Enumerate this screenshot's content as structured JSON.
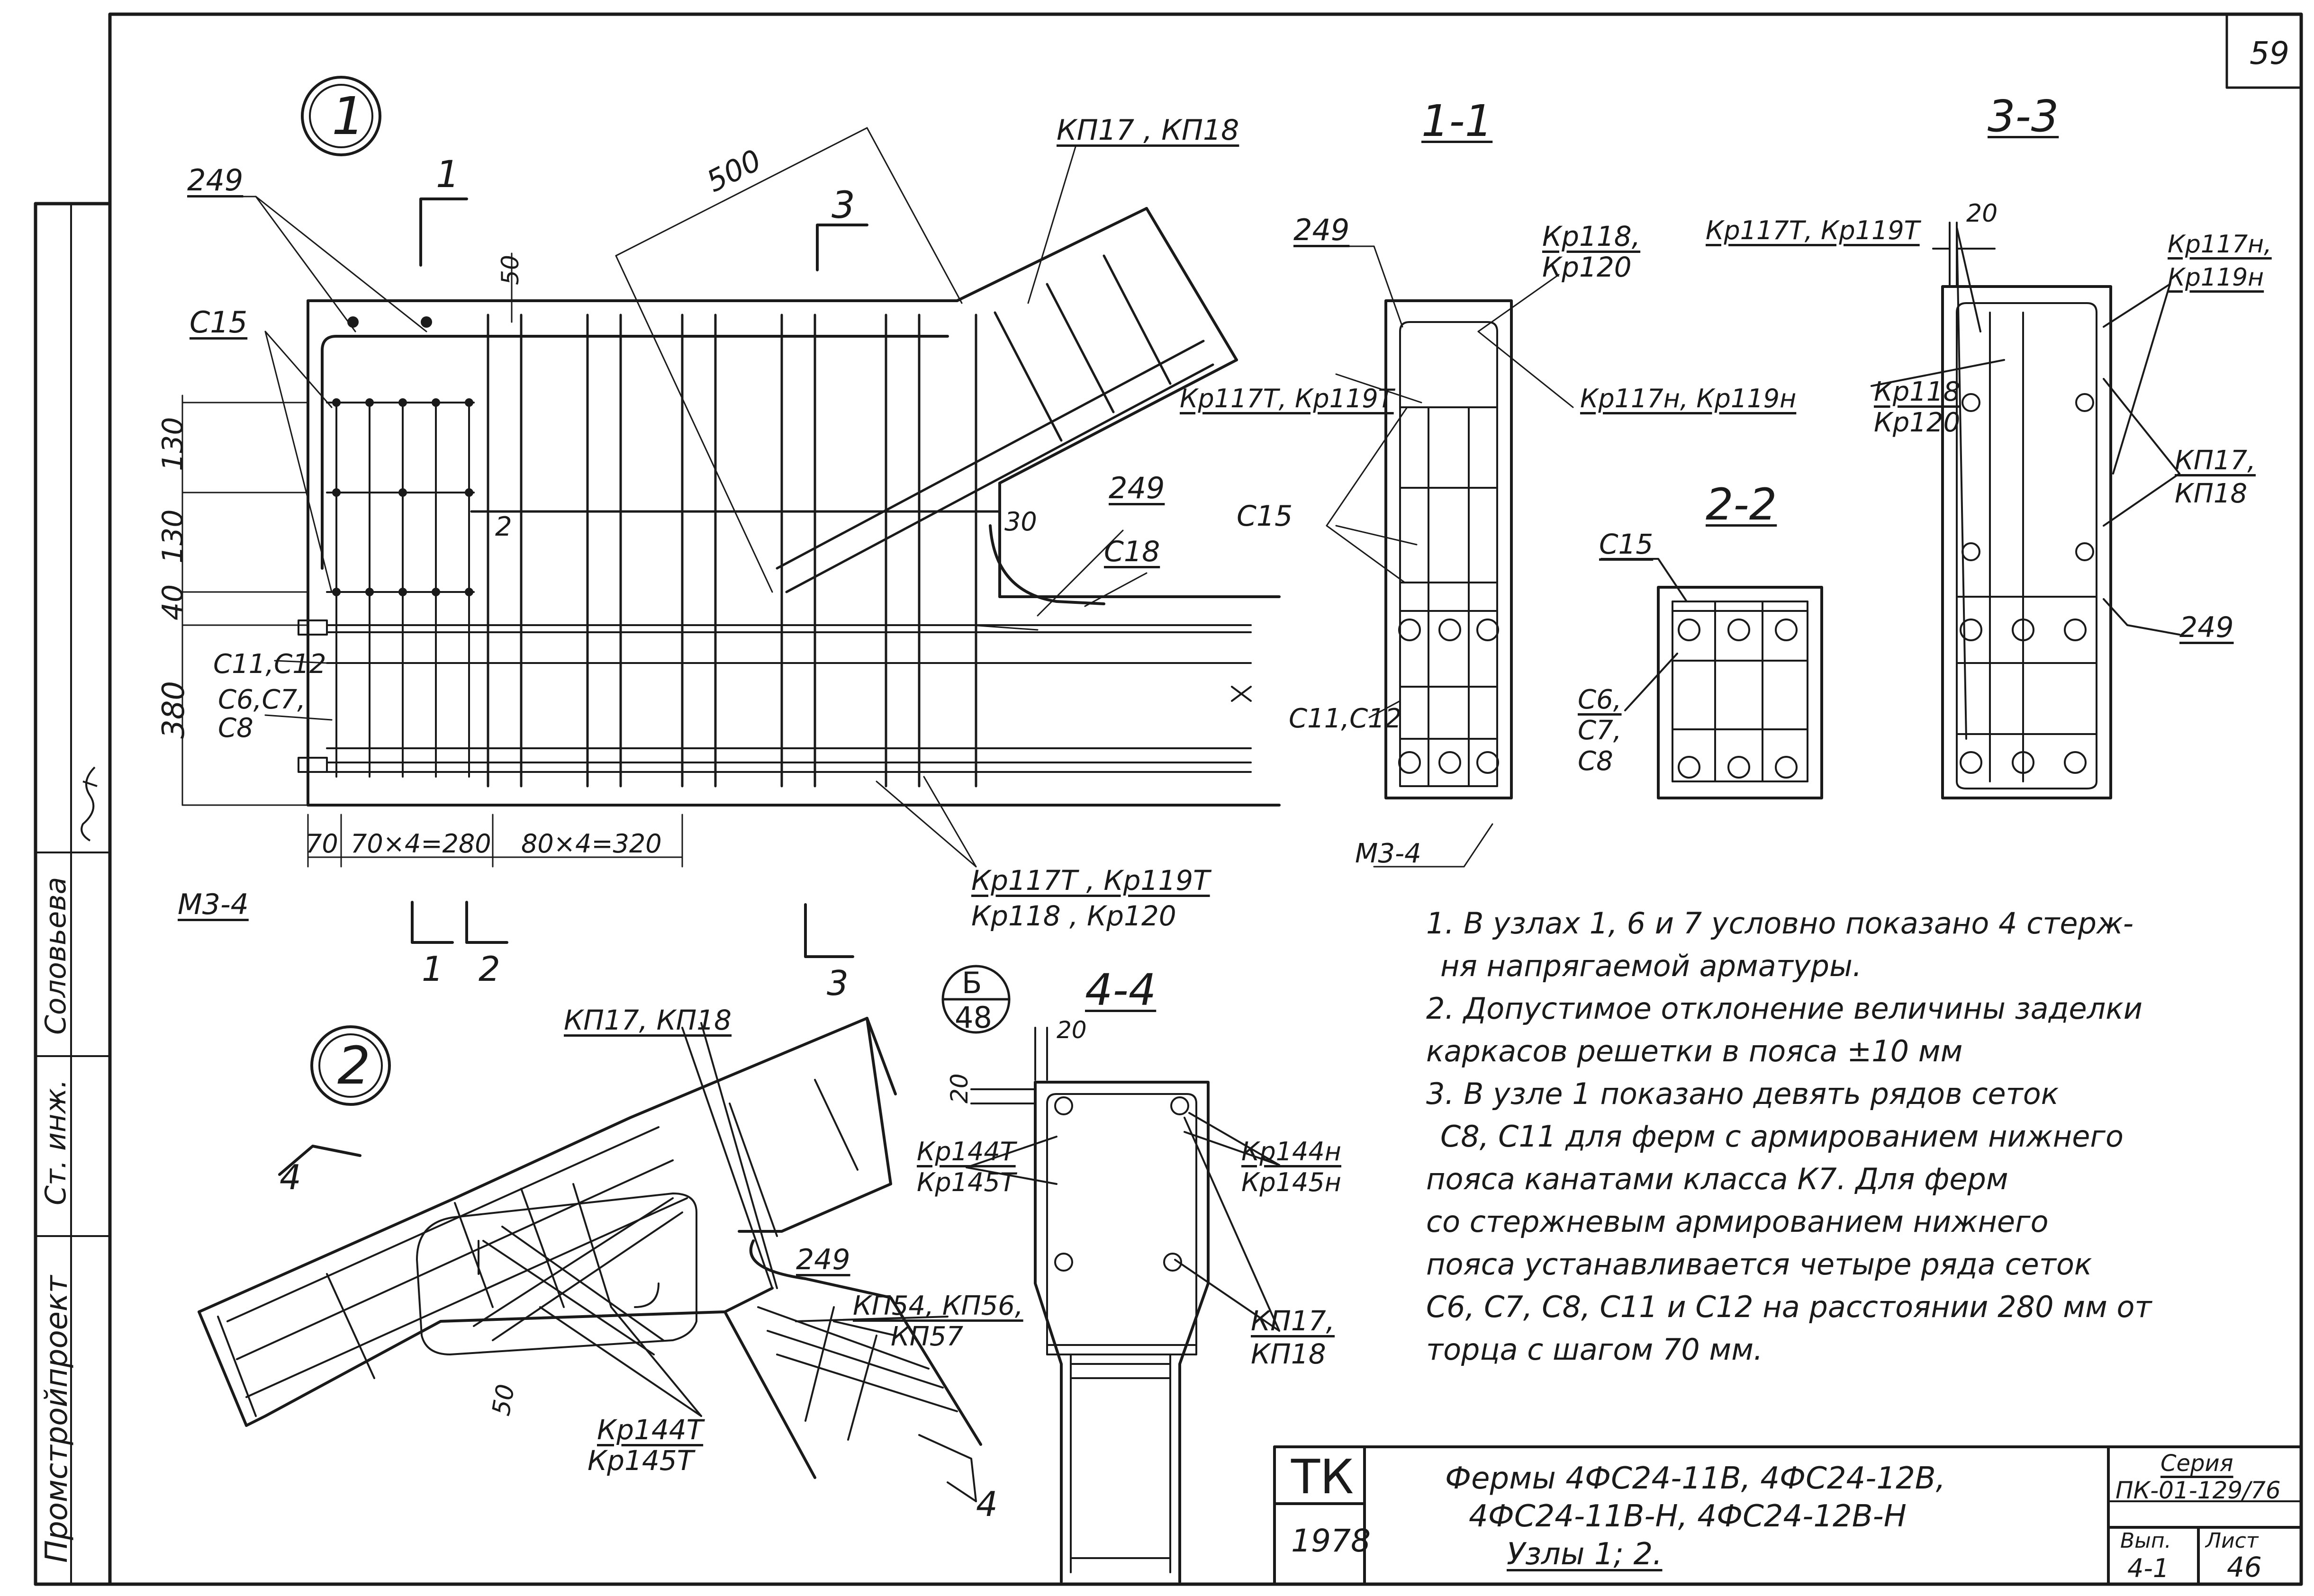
{
  "sheet_number": "59",
  "node_labels": {
    "node1": "1",
    "node2": "2"
  },
  "ref_bubble": {
    "top": "Б",
    "bottom": "48"
  },
  "section_titles": {
    "s11": "1-1",
    "s33": "3-3",
    "s22": "2-2",
    "s44": "4-4"
  },
  "section_marks": {
    "m1": "1",
    "m2": "2",
    "m3": "3",
    "m4": "4"
  },
  "node1_labels": {
    "l249": "249",
    "c15": "С15",
    "dim500": "500",
    "kp17_18": "КП17 , КП18",
    "dim50": "50",
    "dim130a": "130",
    "dim130b": "130",
    "dim40": "40",
    "dim380": "380",
    "dim2": "2",
    "c11c12": "С11,С12",
    "c6c7": "С6,С7,",
    "c8": "С8",
    "dim30": "30",
    "l249b": "249",
    "c18": "С18",
    "m34": "М3-4",
    "dim70": "70",
    "dim70x4": "70×4=280",
    "dim80x4": "80×4=320",
    "kp_a": "Кр117Т , Кр119Т",
    "kp_b": "Кр118 , Кр120"
  },
  "section11_labels": {
    "l249": "249",
    "kp118": "Кр118,",
    "kp120": "Кр120",
    "kp117t": "Кр117Т, Кр119Т",
    "kp117n": "Кр117н, Кр119н",
    "c15": "С15",
    "c11c12": "С11,С12",
    "m34": "М3-4"
  },
  "section22_labels": {
    "c15": "С15",
    "c6": "С6,",
    "c7": "С7,",
    "c8": "С8"
  },
  "section33_labels": {
    "dim20": "20",
    "kp117t": "Кр117Т, Кр119Т",
    "kp117n": "Кр117н,",
    "kp119n": "Кр119н",
    "kp118": "Кр118",
    "kp120": "Кр120",
    "kp17": "КП17,",
    "kp18": "КП18",
    "l249": "249"
  },
  "node2_labels": {
    "kp17_18": "КП17, КП18",
    "l249": "249",
    "kp54": "КП54, КП56,",
    "kp57": "КП57",
    "dim50": "50",
    "kp144": "Кр144Т",
    "kp145": "Кр145Т"
  },
  "section44_labels": {
    "dim20a": "20",
    "dim20b": "20",
    "kp144t": "Кр144Т",
    "kp145t": "Кр145Т",
    "kp144n": "Кр144н",
    "kp145n": "Кр145н",
    "kp17": "КП17,",
    "kp18": "КП18"
  },
  "notes": [
    "1. В узлах 1, 6 и 7 условно показано 4 стерж-",
    "ня напрягаемой арматуры.",
    "2. Допустимое отклонение величины заделки",
    "каркасов решетки в пояса ±10 мм",
    "3. В узле 1 показано девять рядов сеток",
    "С8, С11 для ферм с армированием нижнего",
    "пояса канатами класса К7. Для ферм",
    "со стержневым армированием нижнего",
    "пояса устанавливается четыре ряда сеток",
    "С6, С7, С8, С11 и С12 на расстоянии 280 мм от",
    "торца с шагом 70 мм."
  ],
  "side_stamp": {
    "org": "Промстройпроект",
    "role": "Ст. инж.",
    "name": "Соловьева"
  },
  "title_block": {
    "tk": "ТК",
    "year": "1978",
    "line1": "Фермы 4ФС24-11В, 4ФС24-12В,",
    "line2": "4ФС24-11В-Н, 4ФС24-12В-Н",
    "line3": "Узлы 1; 2.",
    "series_label": "Серия",
    "series_value": "ПК-01-129/76",
    "vyp_label": "Вып.",
    "vyp_value": "4-1",
    "list_label": "Лист",
    "list_value": "46"
  }
}
